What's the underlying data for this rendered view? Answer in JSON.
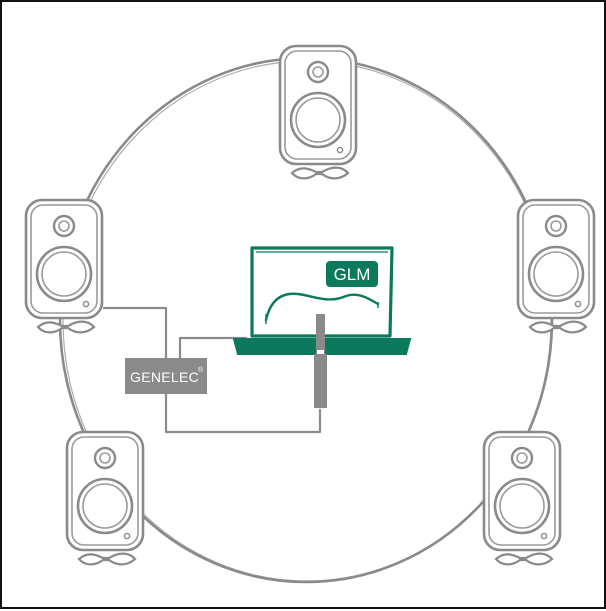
{
  "diagram": {
    "software_label": "GLM",
    "interface_label": "GENELEC",
    "interface_mark": "®",
    "colors": {
      "accent_green": "#0b7a5c",
      "interface_gray": "#8a8a8a",
      "line_gray": "#8a8a8a",
      "border": "#111111"
    },
    "speakers": [
      {
        "name": "speaker-top"
      },
      {
        "name": "speaker-left-upper"
      },
      {
        "name": "speaker-right-upper"
      },
      {
        "name": "speaker-left-lower"
      },
      {
        "name": "speaker-right-lower"
      }
    ]
  }
}
